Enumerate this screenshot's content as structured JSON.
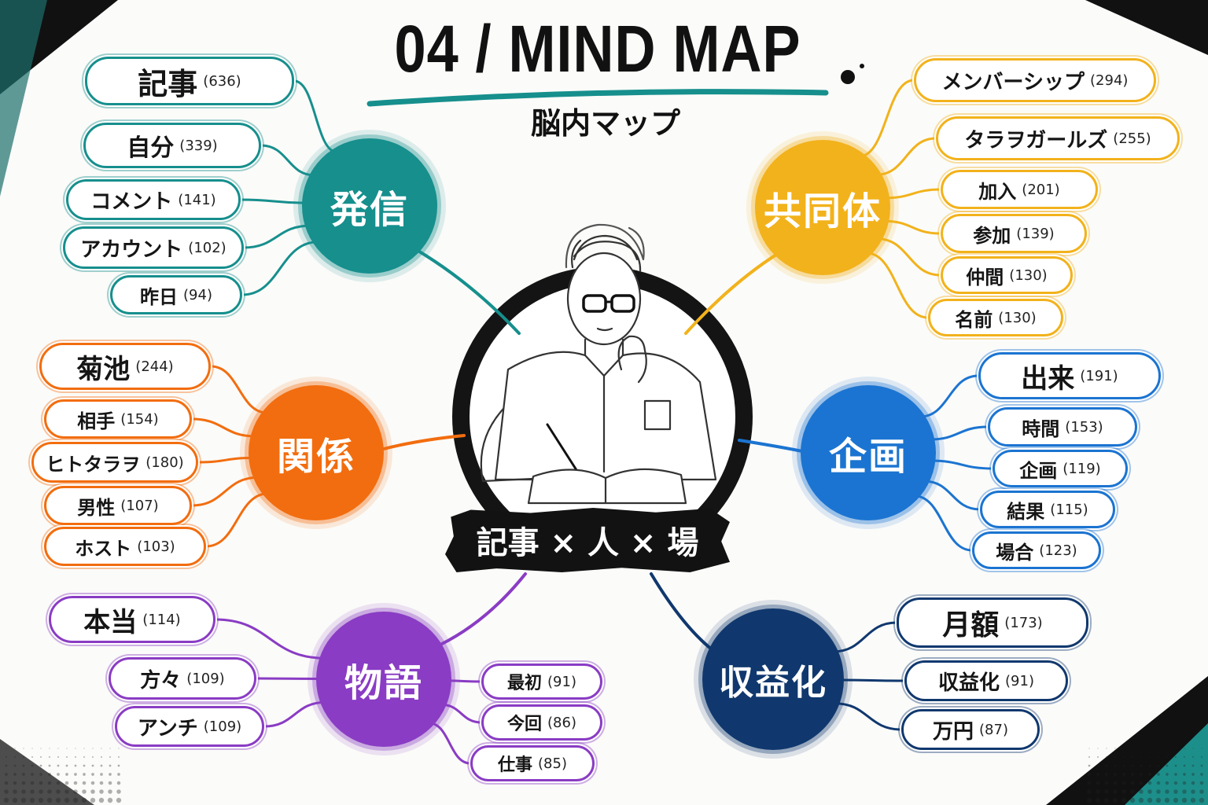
{
  "title": "04 / MIND MAP",
  "subtitle": "脳内マップ",
  "center": {
    "label": "記事 × 人 × 場",
    "figure_icon": "thinking-man-writing-illustration"
  },
  "hubs": {
    "hassin": {
      "label": "発信",
      "color": "#168f8d"
    },
    "kyodotai": {
      "label": "共同体",
      "color": "#f2b21b"
    },
    "kankei": {
      "label": "関係",
      "color": "#f26d0f"
    },
    "kikaku": {
      "label": "企画",
      "color": "#1b74d1"
    },
    "monogatari": {
      "label": "物語",
      "color": "#8a3cc4"
    },
    "shuekika": {
      "label": "収益化",
      "color": "#10386e"
    }
  },
  "nodes": {
    "hassin": [
      {
        "label": "記事",
        "count": "(636)"
      },
      {
        "label": "自分",
        "count": "(339)"
      },
      {
        "label": "コメント",
        "count": "(141)"
      },
      {
        "label": "アカウント",
        "count": "(102)"
      },
      {
        "label": "昨日",
        "count": "(94)"
      }
    ],
    "kyodotai": [
      {
        "label": "メンバーシップ",
        "count": "(294)"
      },
      {
        "label": "タラヲガールズ",
        "count": "(255)"
      },
      {
        "label": "加入",
        "count": "(201)"
      },
      {
        "label": "参加",
        "count": "(139)"
      },
      {
        "label": "仲間",
        "count": "(130)"
      },
      {
        "label": "名前",
        "count": "(130)"
      }
    ],
    "kankei": [
      {
        "label": "菊池",
        "count": "(244)"
      },
      {
        "label": "相手",
        "count": "(154)"
      },
      {
        "label": "ヒトタラヲ",
        "count": "(180)"
      },
      {
        "label": "男性",
        "count": "(107)"
      },
      {
        "label": "ホスト",
        "count": "(103)"
      }
    ],
    "kikaku": [
      {
        "label": "出来",
        "count": "(191)"
      },
      {
        "label": "時間",
        "count": "(153)"
      },
      {
        "label": "企画",
        "count": "(119)"
      },
      {
        "label": "結果",
        "count": "(115)"
      },
      {
        "label": "場合",
        "count": "(123)"
      }
    ],
    "monogatari": [
      {
        "label": "本当",
        "count": "(114)"
      },
      {
        "label": "方々",
        "count": "(109)"
      },
      {
        "label": "アンチ",
        "count": "(109)"
      },
      {
        "label": "最初",
        "count": "(91)"
      },
      {
        "label": "今回",
        "count": "(86)"
      },
      {
        "label": "仕事",
        "count": "(85)"
      }
    ],
    "shuekika": [
      {
        "label": "月額",
        "count": "(173)"
      },
      {
        "label": "収益化",
        "count": "(91)"
      },
      {
        "label": "万円",
        "count": "(87)"
      }
    ]
  }
}
